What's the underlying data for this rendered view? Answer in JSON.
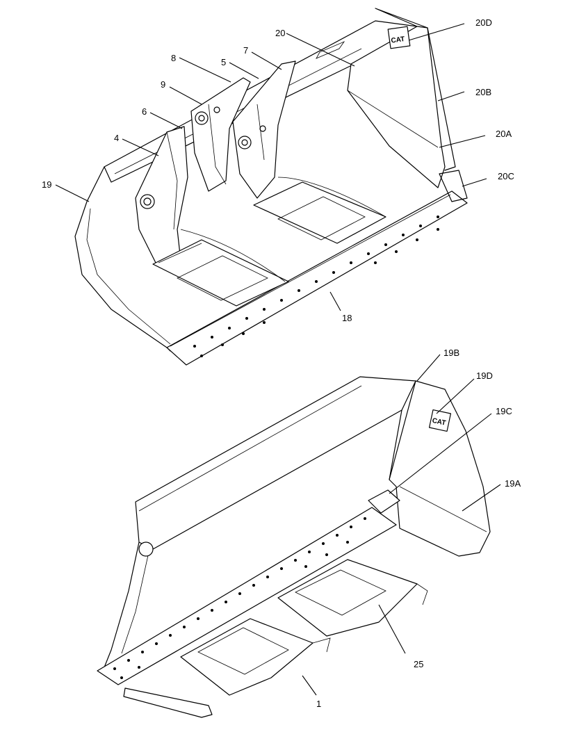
{
  "diagram": {
    "top_view": {
      "callouts": [
        "20D",
        "20",
        "7",
        "5",
        "8",
        "9",
        "6",
        "4",
        "19",
        "20B",
        "20A",
        "20C",
        "18"
      ]
    },
    "bottom_view": {
      "callouts": [
        "19B",
        "19D",
        "19C",
        "19A",
        "25",
        "1"
      ]
    },
    "logo": {
      "text": "CAT"
    }
  }
}
